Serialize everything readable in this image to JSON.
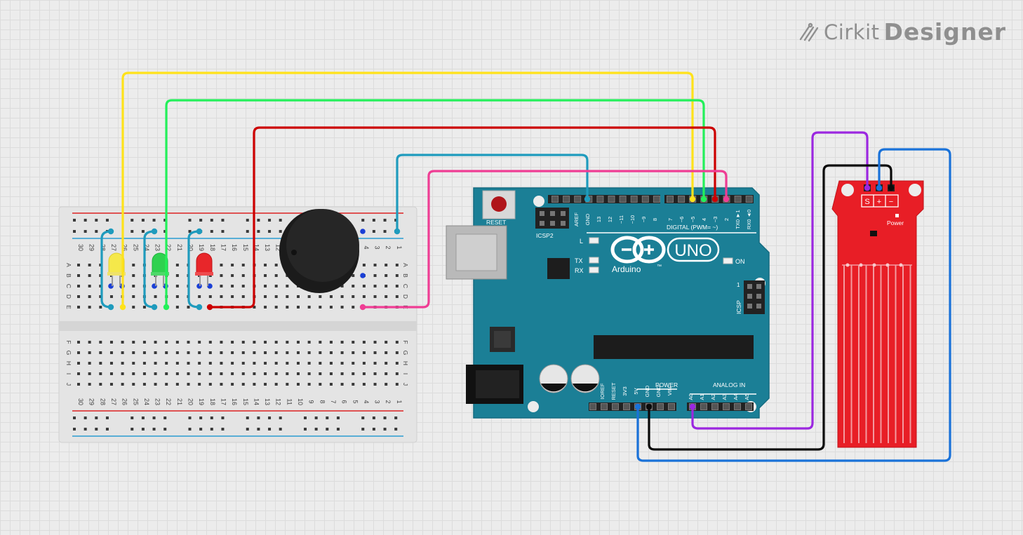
{
  "brand": {
    "prefix": "Cirkit",
    "name": "Designer"
  },
  "arduino": {
    "reset_label": "RESET",
    "icsp2_label": "ICSP2",
    "icsp_label": "ICSP",
    "icsp_pin1": "1",
    "brand_text": "Arduino",
    "tm": "™",
    "model": "UNO",
    "digital_label": "DIGITAL (PWM= ",
    "digital_tilde": "~",
    "digital_bracket": ")",
    "power_label": "POWER",
    "analog_label": "ANALOG IN",
    "led_l": "L",
    "led_tx": "TX",
    "led_rx": "RX",
    "led_on": "ON",
    "digital_pins": [
      "AREF",
      "GND",
      "13",
      "12",
      "~11",
      "~10",
      "~9",
      "8",
      "7",
      "~6",
      "~5",
      "4",
      "~3",
      "2",
      "TX0 ►1",
      "RX0 ◄0"
    ],
    "power_pins": [
      "IOREF",
      "RESET",
      "3V3",
      "5V",
      "GND",
      "GND",
      "VIN"
    ],
    "analog_pins": [
      "A0",
      "A1",
      "A2",
      "A3",
      "A4",
      "A5"
    ]
  },
  "sensor": {
    "pin_s": "S",
    "pin_plus": "+",
    "pin_minus": "−",
    "power_label": "Power"
  },
  "breadboard": {
    "rows_top": [
      "A",
      "B",
      "C",
      "D",
      "E"
    ],
    "rows_bottom": [
      "F",
      "G",
      "H",
      "I",
      "J"
    ],
    "column_numbers": [
      "30",
      "29",
      "28",
      "27",
      "26",
      "25",
      "24",
      "23",
      "22",
      "21",
      "20",
      "19",
      "18",
      "17",
      "16",
      "15",
      "14",
      "13",
      "12",
      "11",
      "10",
      "9",
      "8",
      "7",
      "6",
      "5",
      "4",
      "3",
      "2",
      "1"
    ]
  },
  "components": [
    {
      "name": "yellow-led",
      "color": "#f5e84a"
    },
    {
      "name": "green-led",
      "color": "#2fd14f"
    },
    {
      "name": "red-led",
      "color": "#e8262a"
    },
    {
      "name": "buzzer",
      "color": "#1b1b1b"
    }
  ],
  "wire_colors": {
    "yellow": "#ffe21a",
    "green": "#23f05a",
    "red": "#cc0000",
    "cyan": "#1f9bbd",
    "pink": "#ef3d94",
    "purple": "#9b27e0",
    "black": "#0a0a0a",
    "blue": "#1a72d9"
  },
  "board_color": "#1b7f96",
  "sensor_color": "#e81e26"
}
